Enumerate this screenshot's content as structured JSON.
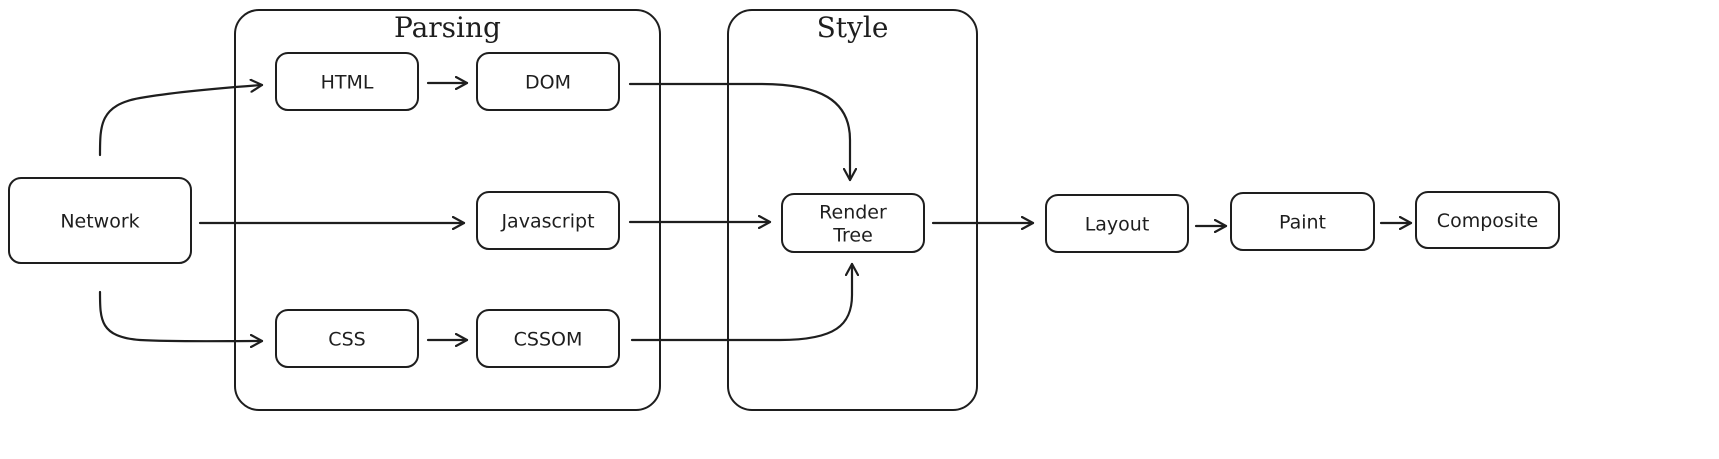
{
  "diagram": {
    "groups": [
      {
        "id": "parsing",
        "label": "Parsing"
      },
      {
        "id": "style",
        "label": "Style"
      }
    ],
    "nodes": [
      {
        "id": "network",
        "label": "Network"
      },
      {
        "id": "html",
        "label": "HTML"
      },
      {
        "id": "dom",
        "label": "DOM"
      },
      {
        "id": "javascript",
        "label": "Javascript"
      },
      {
        "id": "css",
        "label": "CSS"
      },
      {
        "id": "cssom",
        "label": "CSSOM"
      },
      {
        "id": "render_tree",
        "label": "Render\nTree"
      },
      {
        "id": "layout",
        "label": "Layout"
      },
      {
        "id": "paint",
        "label": "Paint"
      },
      {
        "id": "composite",
        "label": "Composite"
      }
    ],
    "edges": [
      {
        "from": "network",
        "to": "html"
      },
      {
        "from": "network",
        "to": "javascript"
      },
      {
        "from": "network",
        "to": "css"
      },
      {
        "from": "html",
        "to": "dom"
      },
      {
        "from": "css",
        "to": "cssom"
      },
      {
        "from": "dom",
        "to": "render_tree"
      },
      {
        "from": "javascript",
        "to": "render_tree"
      },
      {
        "from": "cssom",
        "to": "render_tree"
      },
      {
        "from": "render_tree",
        "to": "layout"
      },
      {
        "from": "layout",
        "to": "paint"
      },
      {
        "from": "paint",
        "to": "composite"
      }
    ]
  }
}
